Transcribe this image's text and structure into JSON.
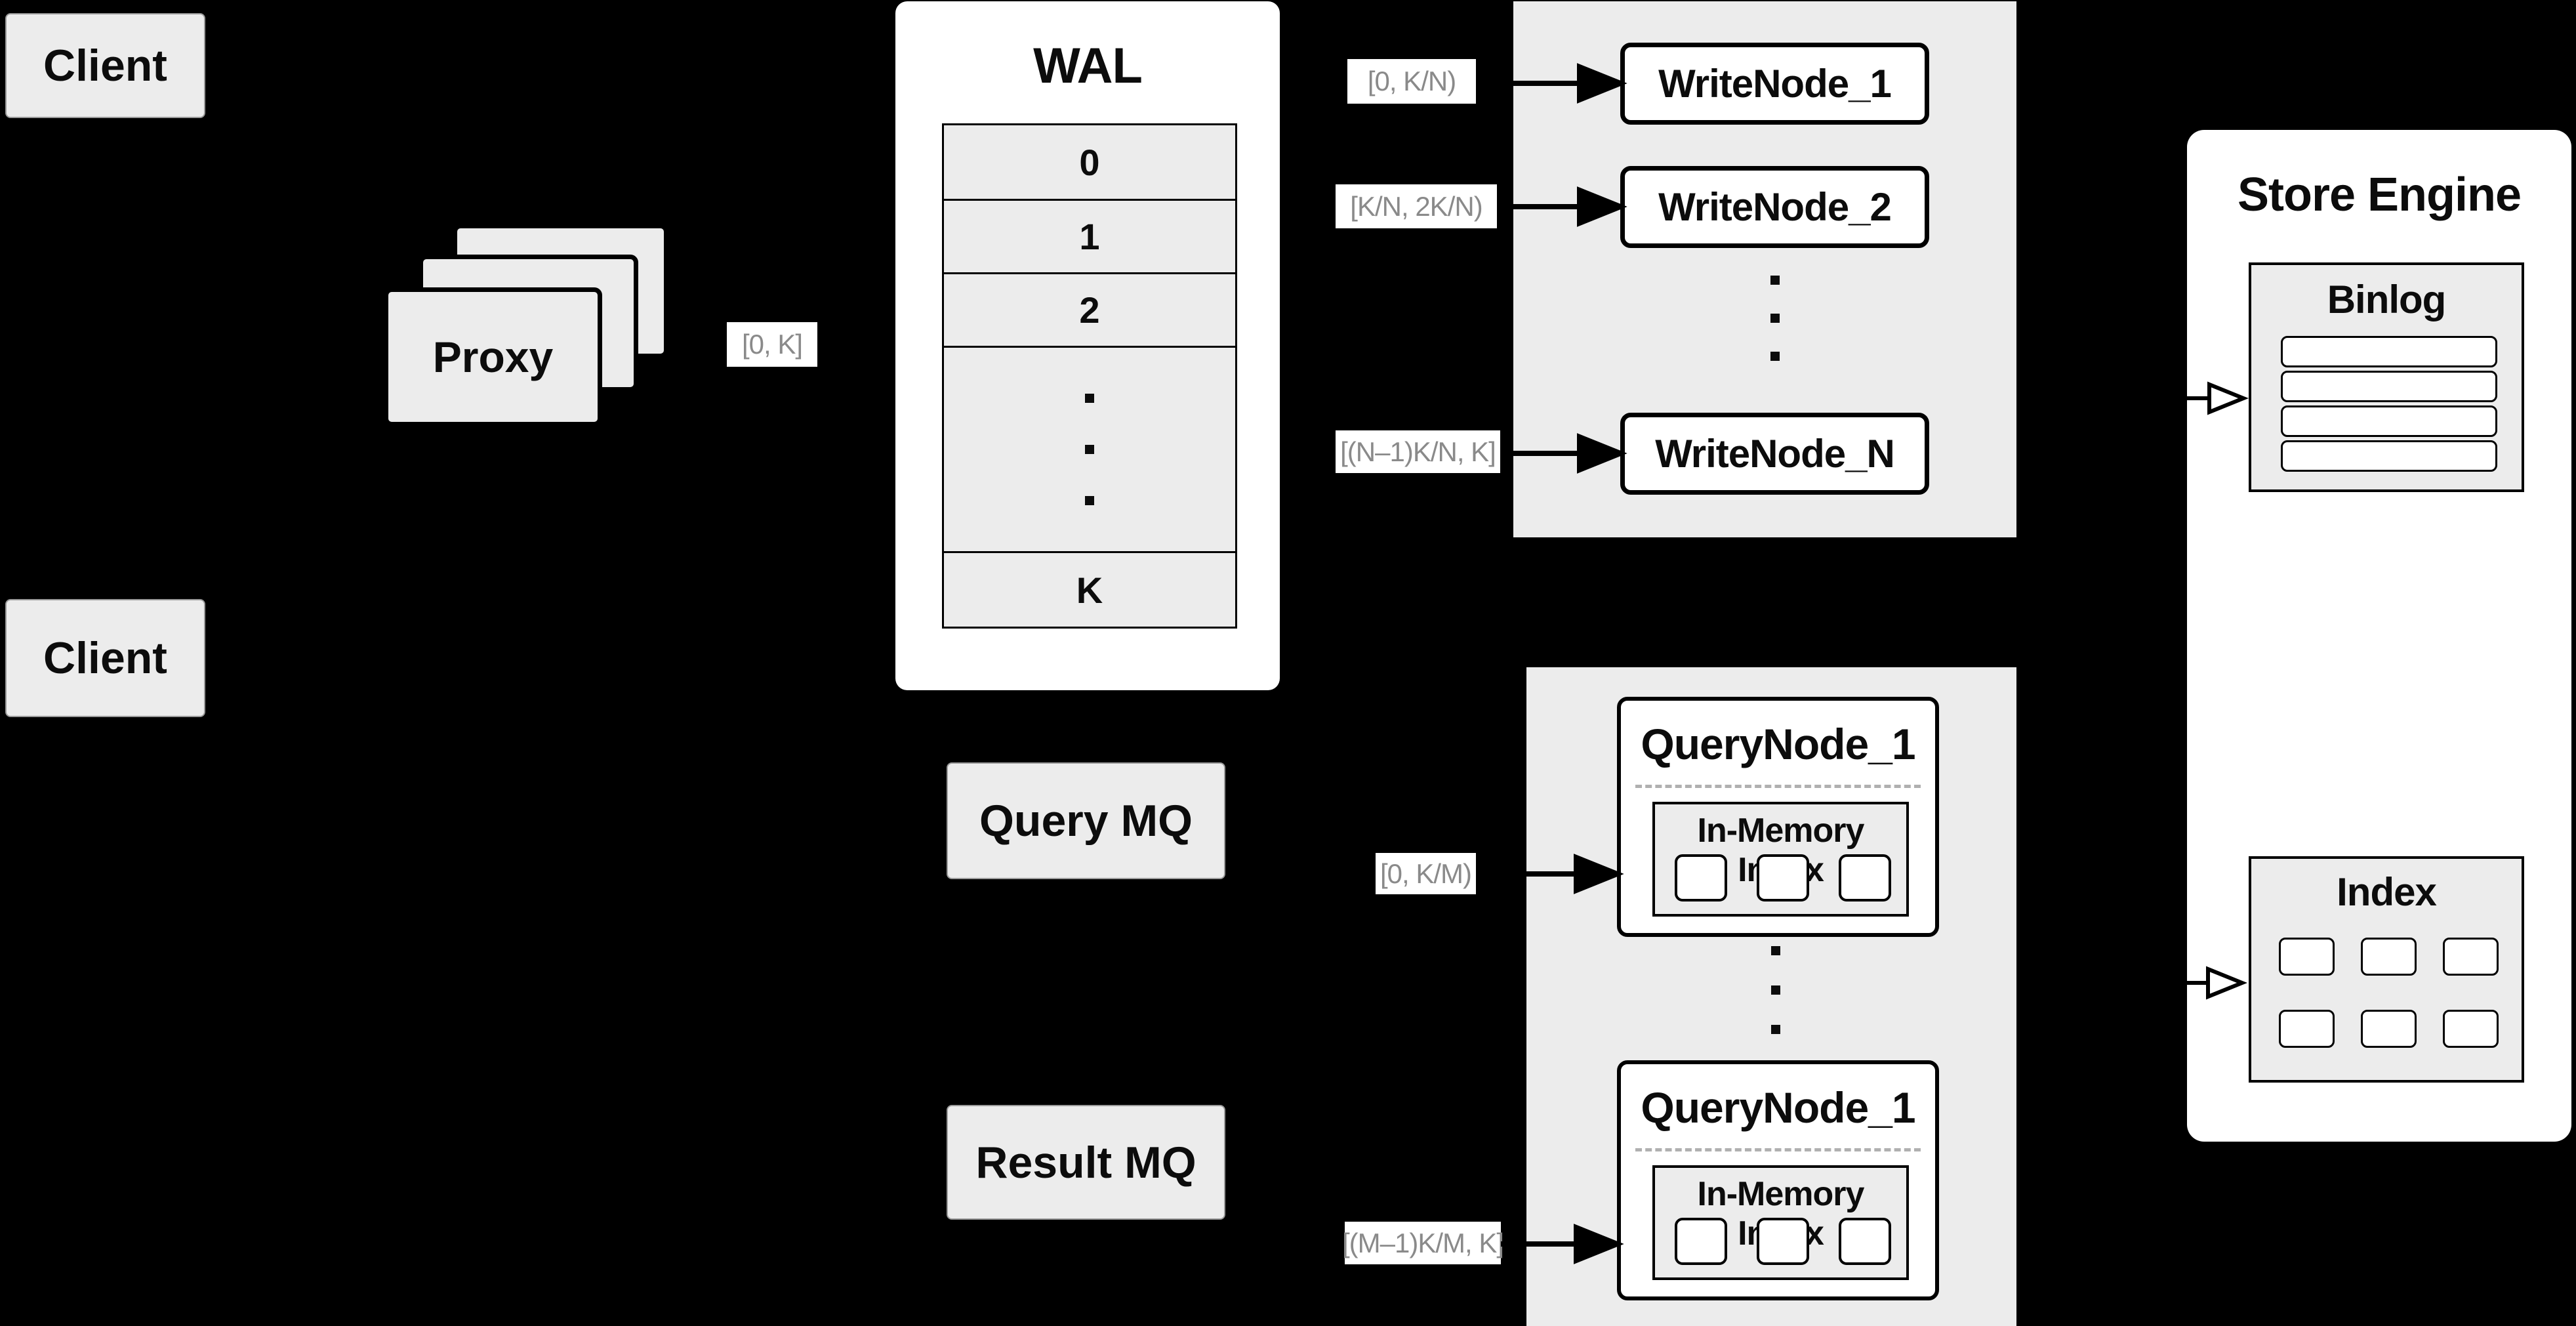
{
  "clients": {
    "top": "Client",
    "bottom": "Client"
  },
  "proxy": {
    "label": "Proxy"
  },
  "range_labels": {
    "proxy_out": "[0, K]",
    "wn1": "[0,  K/N)",
    "wn2": "[K/N, 2K/N)",
    "wnN": "[(N–1)K/N,  K]",
    "qn1": "[0, K/M)",
    "qn2": "[(M–1)K/M, K]"
  },
  "wal": {
    "title": "WAL",
    "segments": [
      "0",
      "1",
      "2",
      "K"
    ]
  },
  "write_nodes": {
    "node1": "WriteNode_1",
    "node2": "WriteNode_2",
    "nodeN": "WriteNode_N"
  },
  "store_engine": {
    "title": "Store Engine",
    "binlog_title": "Binlog",
    "index_title": "Index"
  },
  "mq": {
    "query": "Query MQ",
    "result": "Result MQ"
  },
  "query_nodes": {
    "node1_title": "QueryNode_1",
    "node2_title": "QueryNode_1",
    "in_memory_title": "In-Memory Index"
  },
  "colors": {
    "background": "#000000",
    "panel_gray": "#ececec",
    "box_white": "#ffffff",
    "border_black": "#000000",
    "label_text_gray": "#8a8a8a",
    "text_black": "#0c0c0c",
    "dashed_divider": "#b0b0b0"
  }
}
